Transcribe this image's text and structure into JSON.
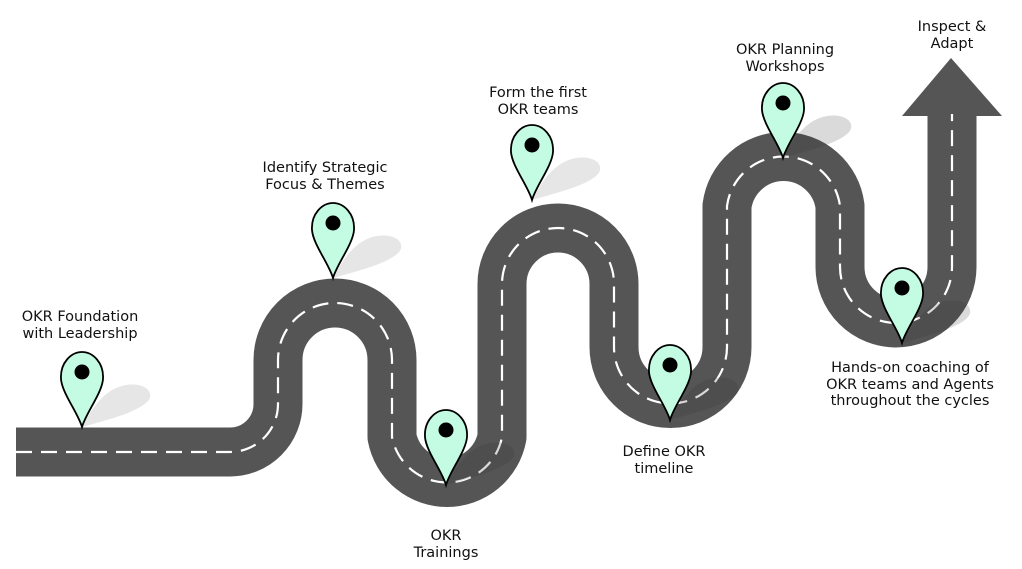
{
  "title": "OKR Implementation Roadmap",
  "colors": {
    "road": "#555555",
    "lane_marking": "#ffffff",
    "pin_fill": "#c3fce3",
    "pin_stroke": "#000000",
    "pin_dot": "#000000",
    "pin_shadow": "#e6e6e6",
    "text": "#111111",
    "background": "#ffffff"
  },
  "milestones": [
    {
      "id": "foundation",
      "lines": [
        "OKR Foundation",
        "with Leadership"
      ],
      "icon": "map-pin-icon"
    },
    {
      "id": "strategic-focus",
      "lines": [
        "Identify Strategic",
        "Focus & Themes"
      ],
      "icon": "map-pin-icon"
    },
    {
      "id": "trainings",
      "lines": [
        "OKR",
        "Trainings"
      ],
      "icon": "map-pin-icon"
    },
    {
      "id": "first-teams",
      "lines": [
        "Form the first",
        "OKR teams"
      ],
      "icon": "map-pin-icon"
    },
    {
      "id": "timeline",
      "lines": [
        "Define OKR",
        "timeline"
      ],
      "icon": "map-pin-icon"
    },
    {
      "id": "planning-workshops",
      "lines": [
        "OKR Planning",
        "Workshops"
      ],
      "icon": "map-pin-icon"
    },
    {
      "id": "coaching",
      "lines": [
        "Hands-on coaching of",
        "OKR teams and Agents",
        "throughout the cycles"
      ],
      "icon": "map-pin-icon"
    },
    {
      "id": "inspect-adapt",
      "lines": [
        "Inspect &",
        "Adapt"
      ],
      "icon": "arrow-up-icon"
    }
  ]
}
